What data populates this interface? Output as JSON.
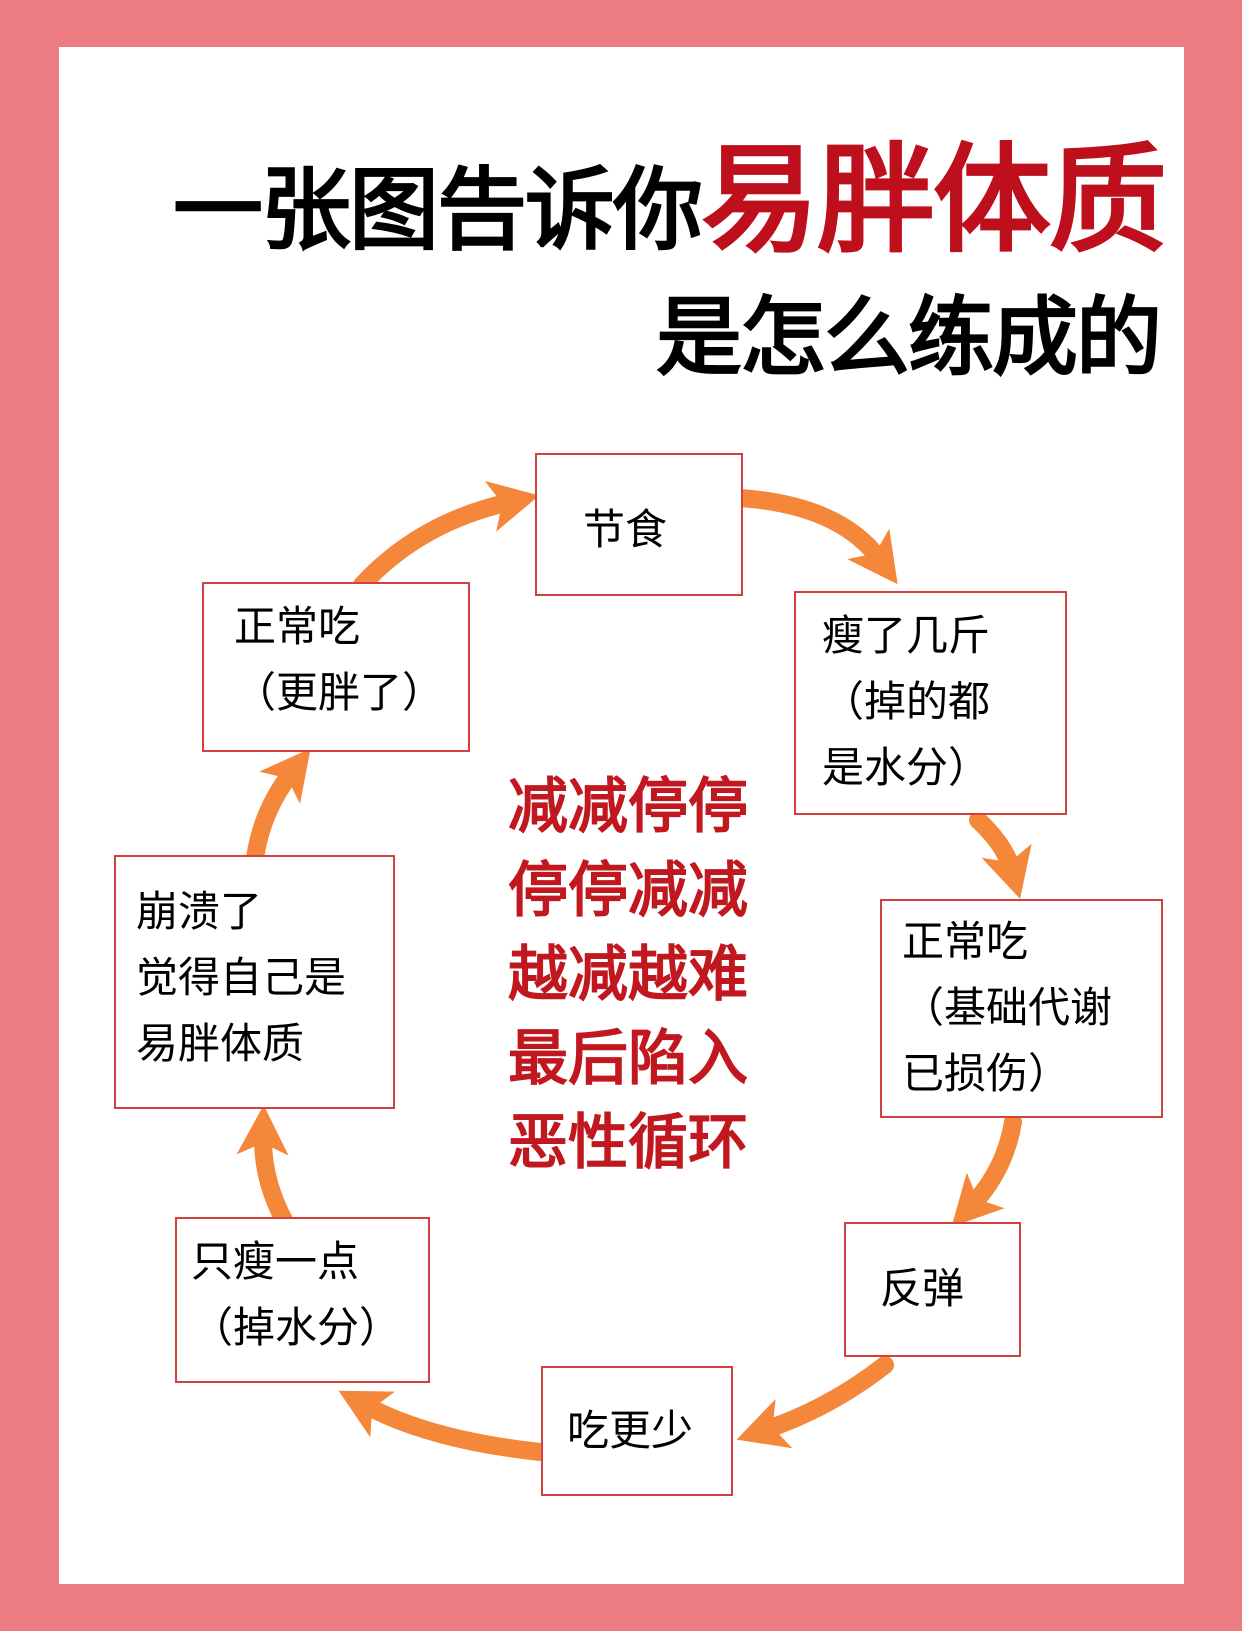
{
  "title": {
    "prefix": "一张图告诉你",
    "highlight": "易胖体质",
    "line2": "是怎么练成的"
  },
  "cycle": [
    {
      "id": "diet",
      "text": "节食"
    },
    {
      "id": "lost-weight",
      "text": "瘦了几斤\n（掉的都\n是水分）"
    },
    {
      "id": "normal-eat-metabolism",
      "text": "正常吃\n（基础代谢\n已损伤）"
    },
    {
      "id": "rebound",
      "text": "反弹"
    },
    {
      "id": "eat-less",
      "text": "吃更少"
    },
    {
      "id": "lose-little",
      "text": "只瘦一点\n（掉水分）"
    },
    {
      "id": "breakdown",
      "text": "崩溃了\n觉得自己是\n易胖体质"
    },
    {
      "id": "normal-eat-fatter",
      "text": "正常吃\n（更胖了）"
    }
  ],
  "center_text": [
    "减减停停",
    "停停减减",
    "越减越难",
    "最后陷入",
    "恶性循环"
  ],
  "colors": {
    "border": "#EE7C83",
    "highlight": "#BE0F1C",
    "box_border": "#D0413F",
    "arrow": "#F5873A"
  }
}
